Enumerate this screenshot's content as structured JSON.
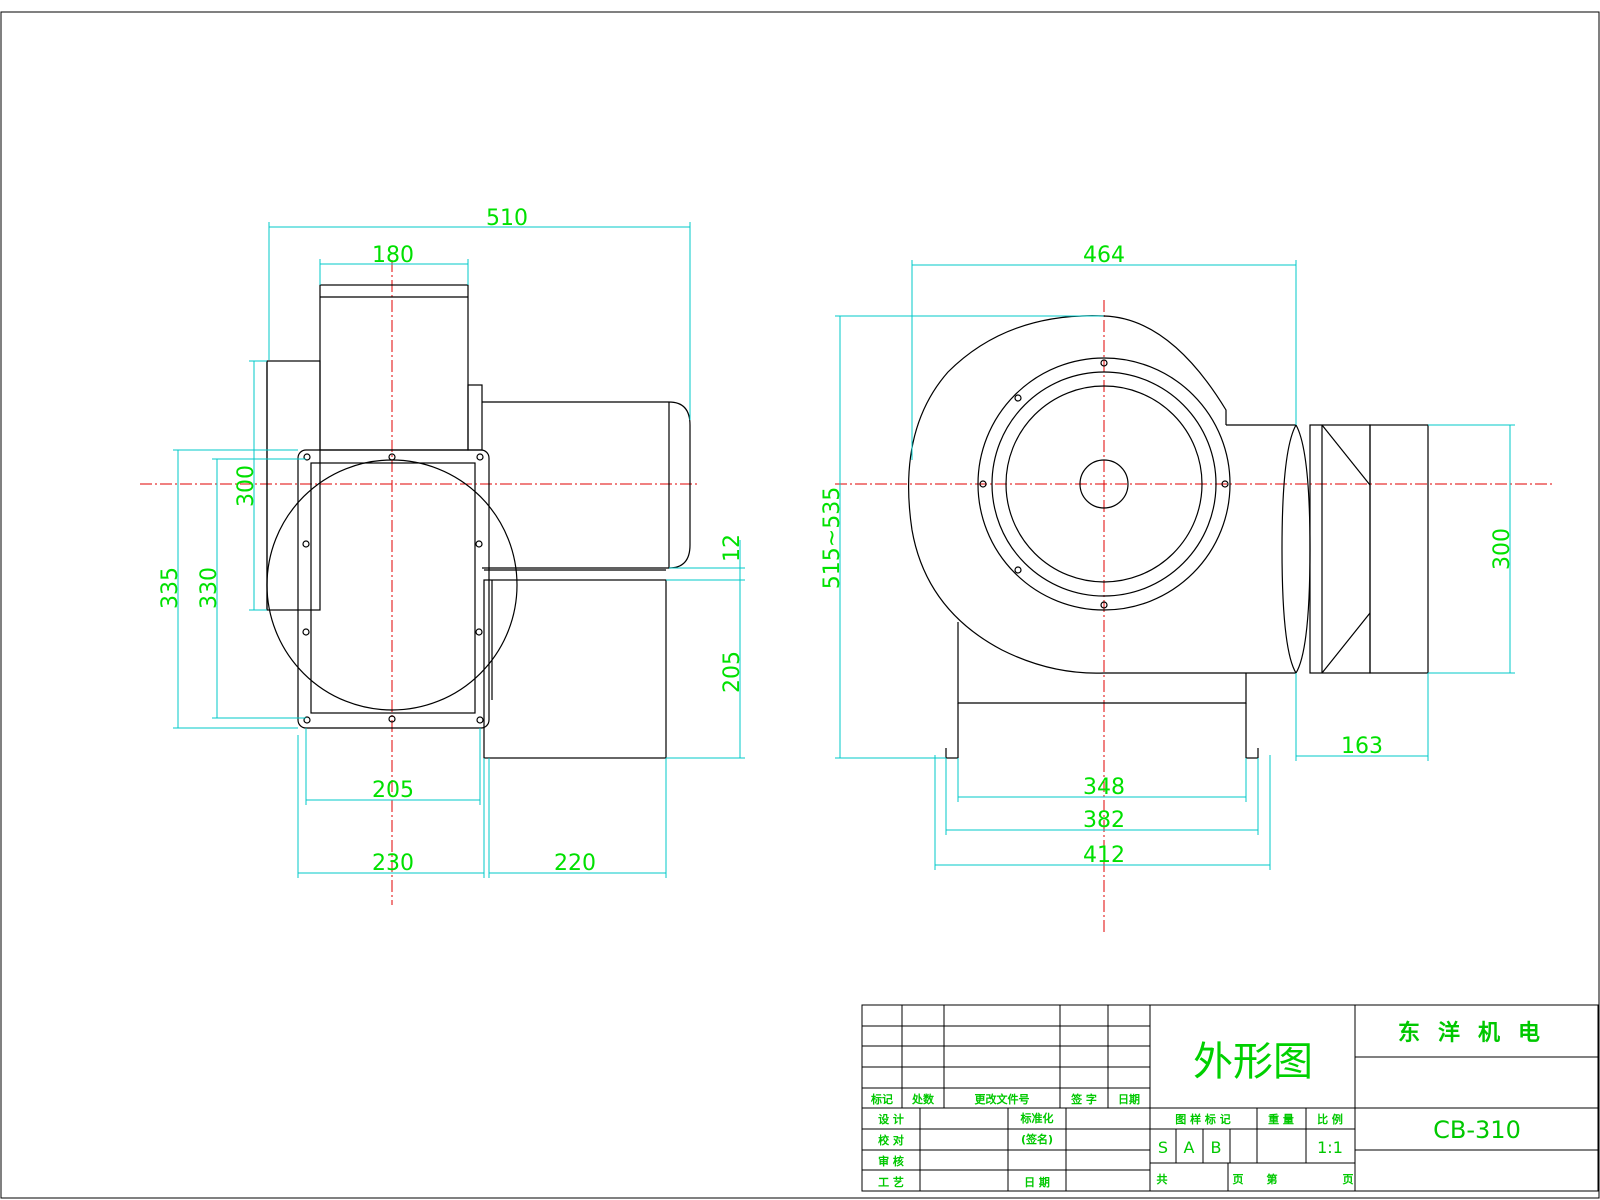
{
  "colors": {
    "object_lines": "#000000",
    "dimension_lines": "#00c8c8",
    "dimension_text": "#00e000",
    "center_lines": "#e00000",
    "title_text": "#00c800"
  },
  "front_view": {
    "dims": {
      "overall_width": "510",
      "outlet_width": "180",
      "outlet_height": "300",
      "flange_outer_height": "335",
      "flange_inner_height": "330",
      "gap": "12",
      "box_height": "205",
      "flange_width": "205",
      "base_width": "230",
      "motor_width": "220"
    }
  },
  "side_view": {
    "dims": {
      "overall_width": "464",
      "overall_height": "515~535",
      "outlet_height": "300",
      "outlet_length": "163",
      "base_inner": "348",
      "base_mid": "382",
      "base_outer": "412"
    }
  },
  "title_block": {
    "headers": [
      "标记",
      "处数",
      "更改文件号",
      "签 字",
      "日期"
    ],
    "rows": [
      "设 计",
      "校 对",
      "审 核",
      "工 艺"
    ],
    "std_label": "标准化",
    "std_sub": "(签名)",
    "date_label": "日 期",
    "drawing_title": "外形图",
    "sheet_headers": [
      "图 样 标 记",
      "重 量",
      "比 例"
    ],
    "marks": [
      "S",
      "A",
      "B"
    ],
    "scale": "1:1",
    "sheets": [
      "共",
      "页",
      "第",
      "页"
    ],
    "company": "东洋机电",
    "model": "CB-310"
  }
}
